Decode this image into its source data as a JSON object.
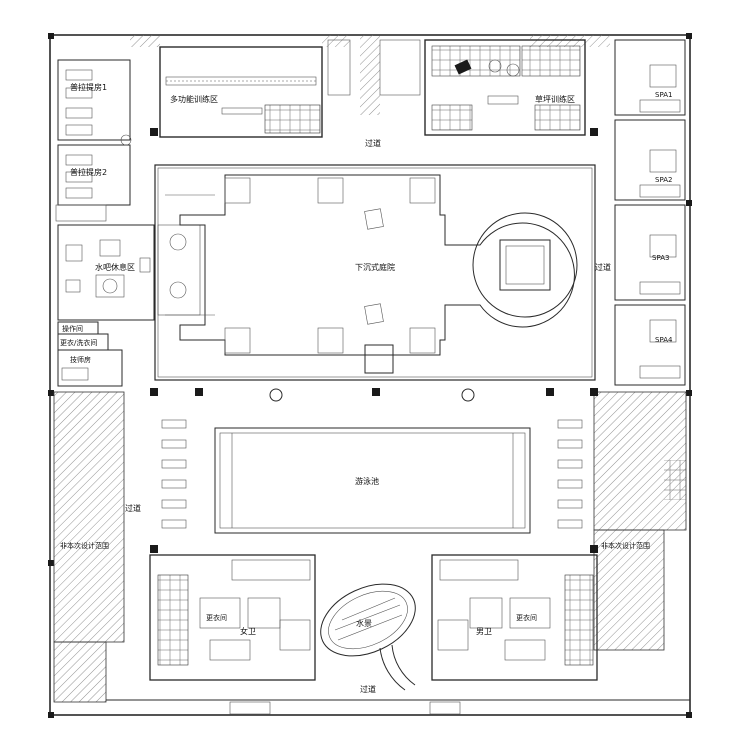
{
  "plan": {
    "rooms": {
      "pilates_1": "普拉提房1",
      "pilates_2": "普拉提房2",
      "multi_training": "多功能训练区",
      "lawn_training": "草坪训练区",
      "water_bar": "水吧休息区",
      "sunken_courtyard": "下沉式庭院",
      "operation_room": "操作间",
      "changing_laundry": "更衣/洗衣间",
      "technician_room": "技师房",
      "spa1": "SPA1",
      "spa2": "SPA2",
      "spa3": "SPA3",
      "spa4": "SPA4",
      "pool": "游泳池",
      "water_feature": "水景",
      "womens_wc": "女卫",
      "mens_wc": "男卫",
      "changing_room_left": "更衣间",
      "changing_room_right": "更衣间",
      "corridor_top": "过道",
      "corridor_right": "过道",
      "corridor_left": "过道",
      "corridor_bottom": "过道",
      "out_of_scope_left": "非本次设计范围",
      "out_of_scope_right": "非本次设计范围"
    }
  }
}
